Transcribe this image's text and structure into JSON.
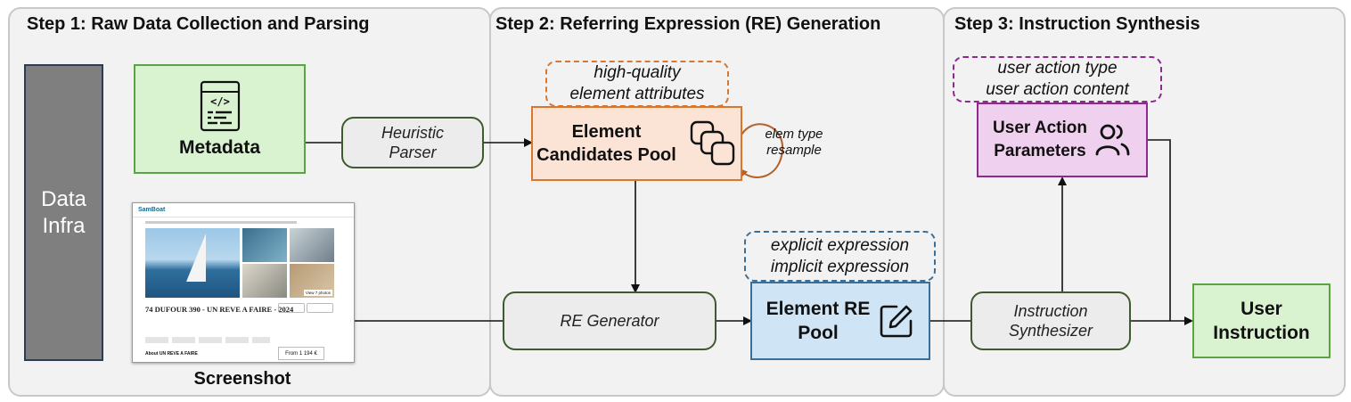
{
  "steps": [
    {
      "title": "Step 1: Raw Data Collection and Parsing"
    },
    {
      "title": "Step 2: Referring Expression (RE) Generation"
    },
    {
      "title": "Step 3: Instruction Synthesis"
    }
  ],
  "data_infra": {
    "line1": "Data",
    "line2": "Infra"
  },
  "metadata": {
    "label": "Metadata"
  },
  "screenshot": {
    "label": "Screenshot",
    "site_name": "SamBoat",
    "listing_title": "74 DUFOUR 390 - UN REVE A FAIRE - 2024",
    "price": "From 1 194 €",
    "about": "About UN REVE A FAIRE",
    "view_button": "View 7 photos"
  },
  "heuristic_parser": {
    "line1": "Heuristic",
    "line2": "Parser"
  },
  "attributes_note": {
    "line1": "high-quality",
    "line2": "element attributes"
  },
  "candidates_pool": {
    "line1": "Element",
    "line2": "Candidates Pool"
  },
  "resample_note": {
    "line1": "elem type",
    "line2": "resample"
  },
  "expression_note": {
    "line1": "explicit expression",
    "line2": "implicit expression"
  },
  "re_generator": {
    "label": "RE Generator"
  },
  "re_pool": {
    "line1": "Element RE",
    "line2": "Pool"
  },
  "action_note": {
    "line1": "user action type",
    "line2": "user action content"
  },
  "action_params": {
    "line1": "User Action",
    "line2": "Parameters"
  },
  "instruction_synth": {
    "line1": "Instruction",
    "line2": "Synthesizer"
  },
  "user_instruction": {
    "line1": "User",
    "line2": "Instruction"
  },
  "colors": {
    "green_fill": "#d9f2d0",
    "green_border": "#5aa447",
    "orange_fill": "#fbe3d6",
    "orange_border": "#d9772e",
    "blue_fill": "#cfe4f5",
    "blue_border": "#3d6f96",
    "purple_fill": "#f0d0ef",
    "purple_border": "#8e2a8e",
    "infra_fill": "#7f7f7f",
    "infra_border": "#2d3c55"
  },
  "icons": [
    "code-file-icon",
    "copy-stack-icon",
    "edit-square-icon",
    "users-icon"
  ]
}
